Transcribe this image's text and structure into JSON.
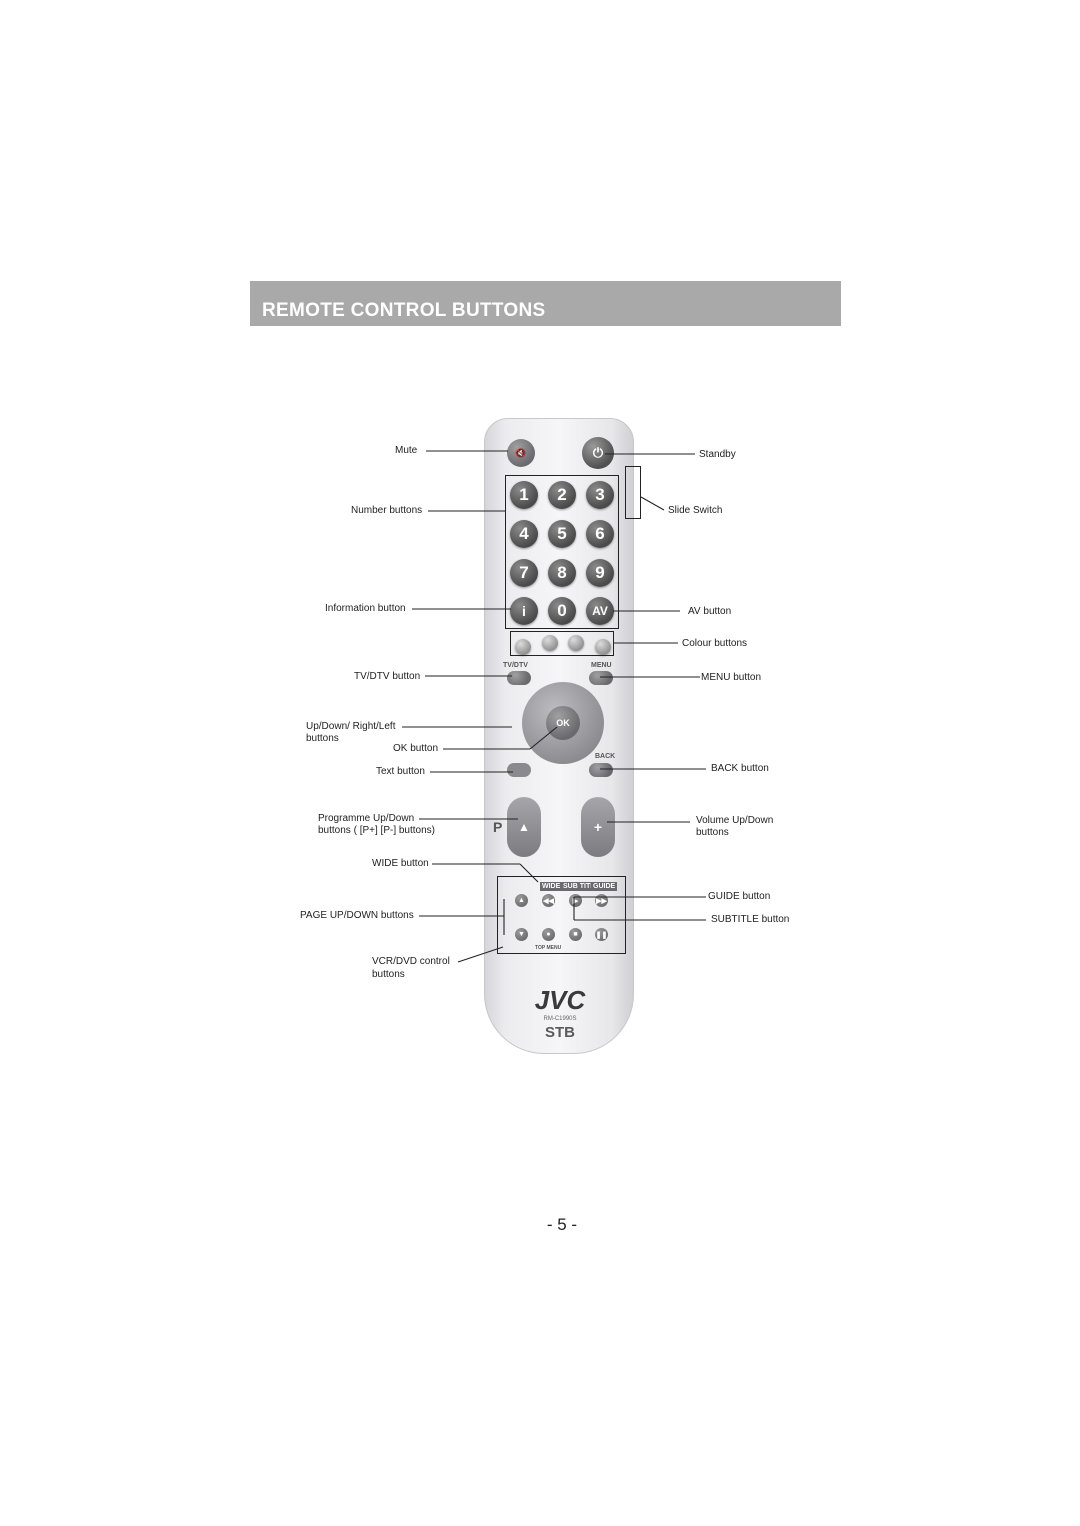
{
  "title": "REMOTE CONTROL BUTTONS",
  "remote": {
    "brand": "JVC",
    "model": "RM-C1990S",
    "type": "STB",
    "number_keys": [
      "1",
      "2",
      "3",
      "4",
      "5",
      "6",
      "7",
      "8",
      "9",
      "0"
    ],
    "key_labels": {
      "av": "AV",
      "tv_dtv": "TV/DTV",
      "menu": "MENU",
      "ok": "OK",
      "back": "BACK",
      "p": "P",
      "wide": "WIDE",
      "subtitle": "SUB TITLE",
      "guide": "GUIDE",
      "top_menu": "TOP MENU"
    }
  },
  "labels": {
    "mute": "Mute",
    "standby": "Standby",
    "number_buttons": "Number buttons",
    "slide_switch": "Slide Switch",
    "information_button": "Information button",
    "av_button": "AV button",
    "colour_buttons": "Colour buttons",
    "tv_dtv_button": "TV/DTV button",
    "menu_button": "MENU button",
    "up_down_right_left": "Up/Down/ Right/Left",
    "up_down_right_left_2": "buttons",
    "ok_button": "OK button",
    "text_button": "Text button",
    "back_button": "BACK button",
    "programme_up_down": "Programme Up/Down",
    "programme_up_down_2": "buttons ( [P+] [P-] buttons)",
    "volume_up_down": "Volume Up/Down",
    "volume_up_down_2": "buttons",
    "wide_button": "WIDE button",
    "guide_button": "GUIDE button",
    "page_up_down_buttons": "PAGE UP/DOWN buttons",
    "subtitle_button": "SUBTITLE button",
    "vcr_dvd_control": "VCR/DVD control",
    "vcr_dvd_control_2": "buttons"
  },
  "page_number": "- 5 -"
}
